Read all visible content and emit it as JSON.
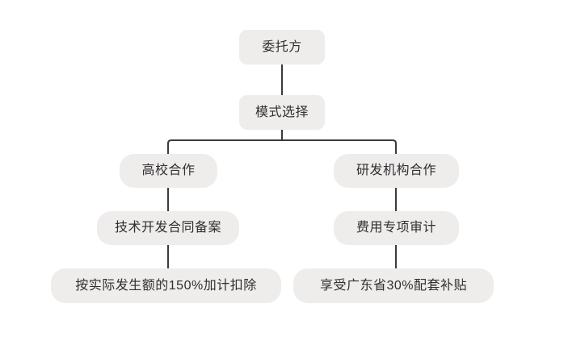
{
  "diagram": {
    "type": "flowchart",
    "colors": {
      "node_fill": "#EFECEC",
      "node_text": "#2F2F2F",
      "connector": "#3B3B3B",
      "background": "#FFFFFF"
    },
    "nodes": [
      {
        "id": "client",
        "label": "委托方"
      },
      {
        "id": "mode-selection",
        "label": "模式选择"
      },
      {
        "id": "university-cooperation",
        "label": "高校合作"
      },
      {
        "id": "rd-institution-cooperation",
        "label": "研发机构合作"
      },
      {
        "id": "tech-dev-contract-filing",
        "label": "技术开发合同备案"
      },
      {
        "id": "expense-special-audit",
        "label": "费用专项审计"
      },
      {
        "id": "deduction-150",
        "label": "按实际发生额的150%加计扣除"
      },
      {
        "id": "subsidy-30",
        "label": "享受广东省30%配套补贴"
      }
    ],
    "edges": [
      {
        "from": "client",
        "to": "mode-selection"
      },
      {
        "from": "mode-selection",
        "to": "university-cooperation"
      },
      {
        "from": "mode-selection",
        "to": "rd-institution-cooperation"
      },
      {
        "from": "university-cooperation",
        "to": "tech-dev-contract-filing"
      },
      {
        "from": "rd-institution-cooperation",
        "to": "expense-special-audit"
      },
      {
        "from": "tech-dev-contract-filing",
        "to": "deduction-150"
      },
      {
        "from": "expense-special-audit",
        "to": "subsidy-30"
      }
    ]
  }
}
